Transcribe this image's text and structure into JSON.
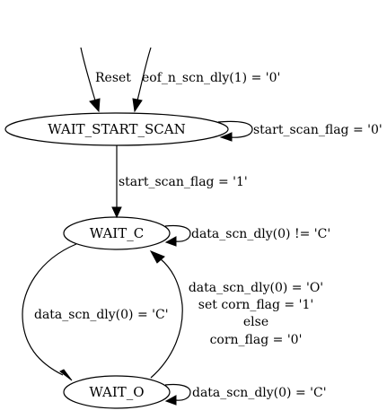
{
  "diagram": {
    "type": "state-machine",
    "colors": {
      "stroke": "#000000",
      "fill": "#ffffff",
      "text": "#000000"
    },
    "nodes": {
      "wait_start_scan": {
        "label": "WAIT_START_SCAN"
      },
      "wait_c": {
        "label": "WAIT_C"
      },
      "wait_o": {
        "label": "WAIT_O"
      }
    },
    "edges": {
      "reset": {
        "from": "",
        "to": "WAIT_START_SCAN",
        "label": "Reset"
      },
      "eof": {
        "from": "",
        "to": "WAIT_START_SCAN",
        "label": "eof_n_scn_dly(1) = '0'"
      },
      "self_wait_start_scan": {
        "from": "WAIT_START_SCAN",
        "to": "WAIT_START_SCAN",
        "label": "start_scan_flag = '0'"
      },
      "start_to_c": {
        "from": "WAIT_START_SCAN",
        "to": "WAIT_C",
        "label": "start_scan_flag = '1'"
      },
      "self_wait_c": {
        "from": "WAIT_C",
        "to": "WAIT_C",
        "label": "data_scn_dly(0) != 'C'"
      },
      "c_to_o": {
        "from": "WAIT_C",
        "to": "WAIT_O",
        "label": "data_scn_dly(0) = 'C'"
      },
      "o_to_c": {
        "from": "WAIT_O",
        "to": "WAIT_C",
        "label_lines": [
          "data_scn_dly(0) = 'O'",
          "set corn_flag = '1'",
          "else",
          "corn_flag = '0'"
        ]
      },
      "self_wait_o": {
        "from": "WAIT_O",
        "to": "WAIT_O",
        "label": "data_scn_dly(0) = 'C'"
      }
    }
  }
}
